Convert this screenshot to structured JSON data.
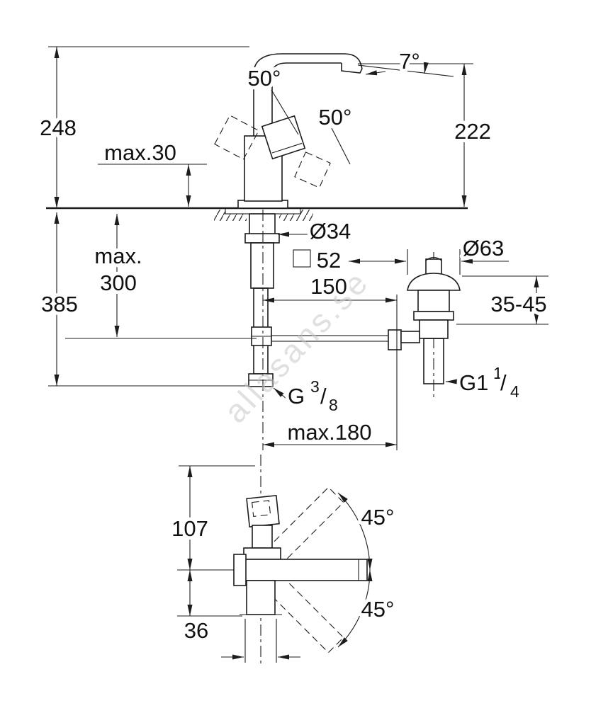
{
  "watermark": {
    "text": "allasans.se",
    "color": "#c7c7c7"
  },
  "colors": {
    "line": "#1c1c1c",
    "background": "#ffffff"
  },
  "main_view": {
    "dimensions": {
      "total_height": "248",
      "deck_thickness": "max.30",
      "spout_height": "222",
      "spout_angle": "7°",
      "handle_swing_left": "50°",
      "handle_swing_right": "50°",
      "install_depth_word": "max.",
      "install_depth_value": "300",
      "overall_depth": "385",
      "hole_diameter": "Ø34",
      "base_square_value": "52",
      "pop_up_rod_distance": "150",
      "waste_flange_diameter": "Ø63",
      "clamping_range": "35-45",
      "max_reach": "max.180"
    },
    "threads": {
      "supply": {
        "prefix": "G",
        "numerator": "3",
        "slash": "/",
        "denominator": "8"
      },
      "waste": {
        "prefix": "G1",
        "numerator": "1",
        "slash": "/",
        "denominator": "4"
      }
    }
  },
  "side_view": {
    "dimensions": {
      "handle_top_height": "107",
      "lever_swing_up": "45°",
      "lever_swing_down": "45°",
      "body_width": "36"
    }
  }
}
